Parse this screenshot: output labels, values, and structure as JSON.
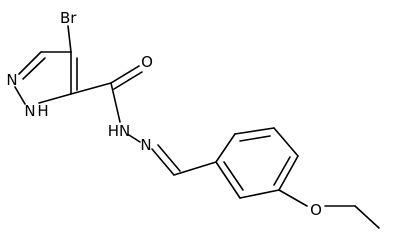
{
  "molecule": {
    "atoms": {
      "br": "Br",
      "o_carbonyl": "O",
      "n_ring": "N",
      "nh_ring": "H",
      "nh_ring_n": "N",
      "nh_hydrazide": "HN",
      "n_imine": "N",
      "o_ether": "O"
    }
  }
}
